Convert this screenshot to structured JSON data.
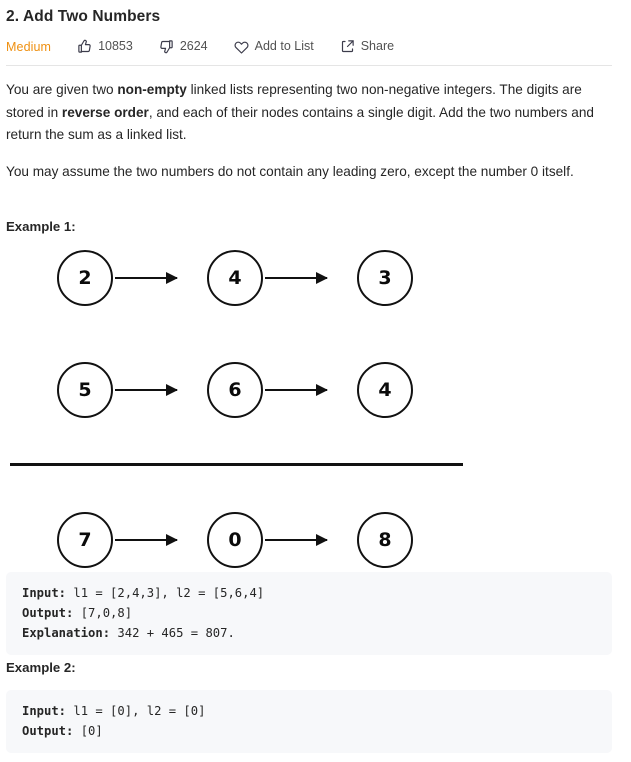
{
  "problem": {
    "title": "2. Add Two Numbers",
    "difficulty": "Medium",
    "actions": [
      {
        "icon": "thumbs-up-icon",
        "label": "10853"
      },
      {
        "icon": "thumbs-down-icon",
        "label": "2624"
      },
      {
        "icon": "heart-icon",
        "label": "Add to List"
      },
      {
        "icon": "share-icon",
        "label": "Share"
      }
    ],
    "description": {
      "paragraph_1_part_1": "You are given two ",
      "paragraph_1_bold_1": "non-empty",
      "paragraph_1_part_2": " linked lists representing two non-negative integers. The digits are stored in ",
      "paragraph_1_bold_2": "reverse order",
      "paragraph_1_part_3": ", and each of their nodes contains a single digit. Add the two numbers and return the sum as a linked list.",
      "paragraph_2": "You may assume the two numbers do not contain any leading zero, except the number 0 itself."
    }
  },
  "examples": [
    {
      "heading": "Example 1:",
      "figure": {
        "addend_1": [
          "2",
          "4",
          "3"
        ],
        "addend_2": [
          "5",
          "6",
          "4"
        ],
        "sum": [
          "7",
          "0",
          "8"
        ]
      },
      "lines": [
        {
          "key": "Input:",
          "value": " l1 = [2,4,3], l2 = [5,6,4]"
        },
        {
          "key": "Output:",
          "value": " [7,0,8]"
        },
        {
          "key": "Explanation:",
          "value": " 342 + 465 = 807."
        }
      ]
    },
    {
      "heading": "Example 2:",
      "lines": [
        {
          "key": "Input:",
          "value": " l1 = [0], l2 = [0]"
        },
        {
          "key": "Output:",
          "value": " [0]"
        }
      ]
    }
  ],
  "colors": {
    "difficulty_medium": "#ef9011",
    "text_primary": "#262626",
    "code_background": "#f7f8fa",
    "node_stroke": "#111111"
  }
}
